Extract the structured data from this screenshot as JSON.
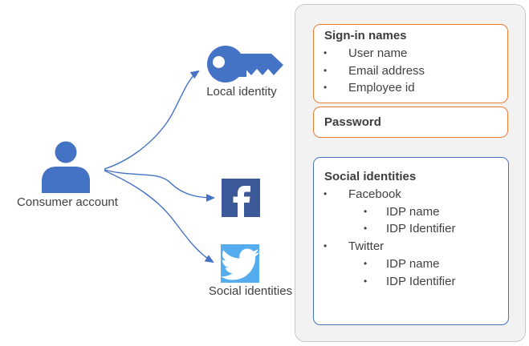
{
  "labels": {
    "consumer_account": "Consumer account",
    "local_identity": "Local identity",
    "social_identities": "Social identities"
  },
  "panel": {
    "signin_box": {
      "title": "Sign-in names",
      "items": [
        "User name",
        "Email address",
        "Employee id"
      ]
    },
    "password_box": {
      "title": "Password"
    },
    "social_box": {
      "title": "Social identities",
      "items": [
        {
          "label": "Facebook",
          "children": [
            "IDP name",
            "IDP Identifier"
          ]
        },
        {
          "label": "Twitter",
          "children": [
            "IDP name",
            "IDP Identifier"
          ]
        }
      ]
    }
  },
  "icons": {
    "person": "person-icon",
    "key": "key-icon",
    "facebook": "facebook-icon",
    "twitter": "twitter-icon",
    "arrows": "connector-arrows"
  },
  "colors": {
    "primary_blue": "#4472C4",
    "facebook_blue": "#3C5A99",
    "twitter_blue": "#55ACEE",
    "orange_border": "#ED7D31",
    "blue_border": "#4472C4",
    "panel_background": "#F2F2F2",
    "panel_border": "#C9C9C9",
    "text": "#404040"
  }
}
